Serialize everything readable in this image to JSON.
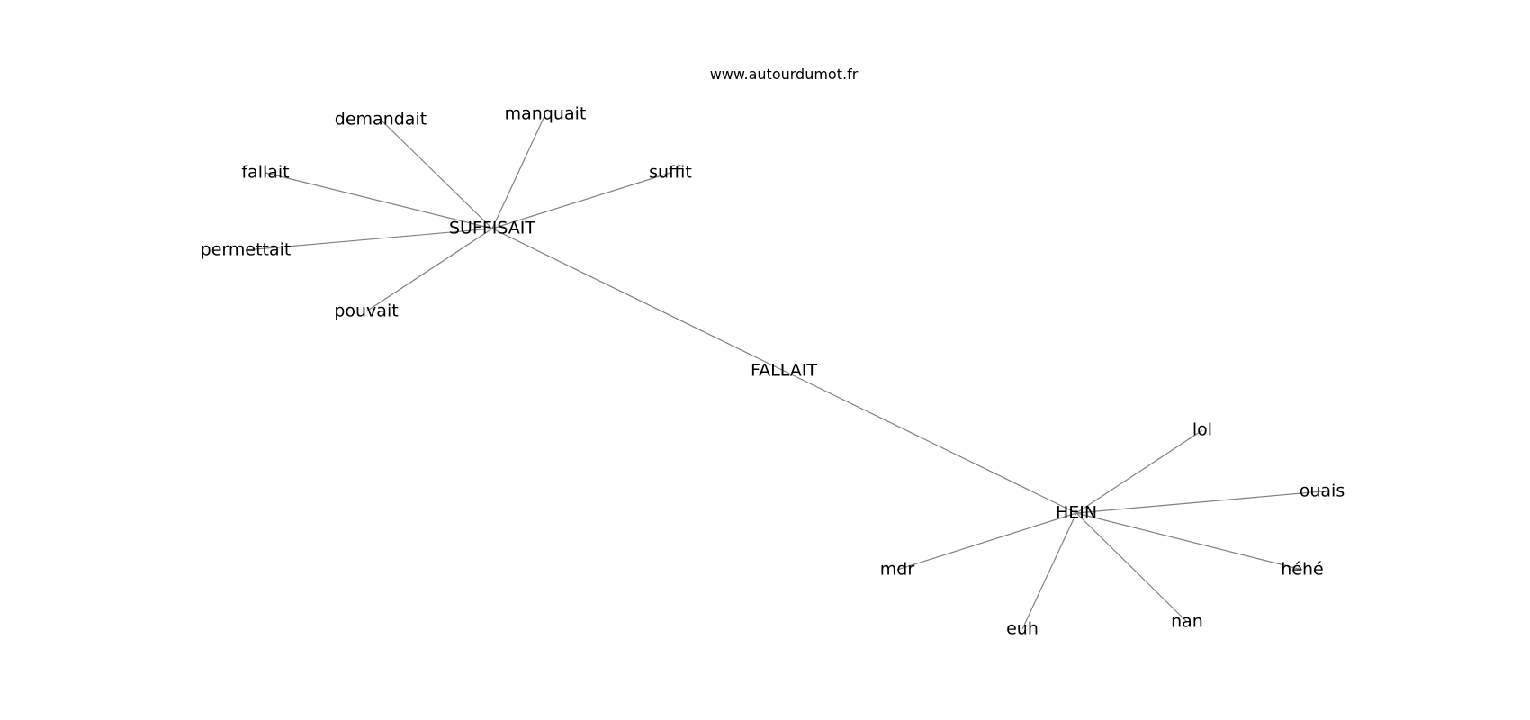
{
  "watermark": "www.autourdumot.fr",
  "colors": {
    "edge": "#808080",
    "text": "#000000",
    "background": "#ffffff"
  },
  "graph": {
    "nodes": [
      {
        "id": "fallait_center",
        "label": "FALLAIT"
      },
      {
        "id": "suffisait",
        "label": "SUFFISAIT"
      },
      {
        "id": "hein",
        "label": "HEIN"
      },
      {
        "id": "demandait",
        "label": "demandait"
      },
      {
        "id": "manquait",
        "label": "manquait"
      },
      {
        "id": "fallait",
        "label": "fallait"
      },
      {
        "id": "suffit",
        "label": "suffit"
      },
      {
        "id": "permettait",
        "label": "permettait"
      },
      {
        "id": "pouvait",
        "label": "pouvait"
      },
      {
        "id": "lol",
        "label": "lol"
      },
      {
        "id": "ouais",
        "label": "ouais"
      },
      {
        "id": "mdr",
        "label": "mdr"
      },
      {
        "id": "hehe",
        "label": "héhé"
      },
      {
        "id": "euh",
        "label": "euh"
      },
      {
        "id": "nan",
        "label": "nan"
      }
    ],
    "edges": [
      [
        "suffisait",
        "fallait_center"
      ],
      [
        "fallait_center",
        "hein"
      ],
      [
        "suffisait",
        "demandait"
      ],
      [
        "suffisait",
        "manquait"
      ],
      [
        "suffisait",
        "fallait"
      ],
      [
        "suffisait",
        "suffit"
      ],
      [
        "suffisait",
        "permettait"
      ],
      [
        "suffisait",
        "pouvait"
      ],
      [
        "hein",
        "lol"
      ],
      [
        "hein",
        "ouais"
      ],
      [
        "hein",
        "mdr"
      ],
      [
        "hein",
        "hehe"
      ],
      [
        "hein",
        "euh"
      ],
      [
        "hein",
        "nan"
      ]
    ]
  }
}
